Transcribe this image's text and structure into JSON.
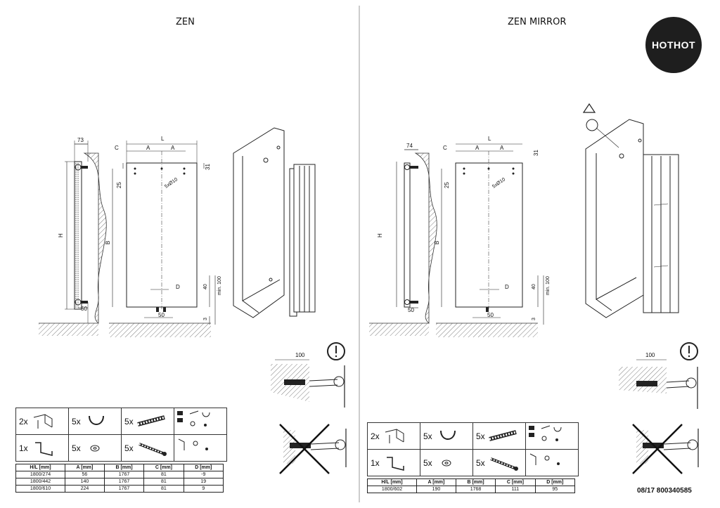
{
  "titles": {
    "left": "ZEN",
    "right": "ZEN MIRROR"
  },
  "logo": "HOTHOT",
  "doc_code": "08/17 800340585",
  "left_drawing": {
    "depth": "73",
    "bracket_offset": "50",
    "L": "L",
    "C": "C",
    "A": "A",
    "B": "B",
    "H": "H",
    "D": "D",
    "top_offset": "31",
    "side_offset": "25",
    "holes": "5xØ10",
    "bottom": "50",
    "forty": "40",
    "min100": "min. 100",
    "three": "3"
  },
  "right_drawing": {
    "depth": "74",
    "bracket_offset": "50",
    "L": "L",
    "C": "C",
    "A": "A",
    "B": "B",
    "H": "H",
    "D": "D",
    "top_offset": "31",
    "side_offset": "25",
    "holes": "5xØ10",
    "bottom": "50",
    "forty": "40",
    "min100": "min. 100",
    "three": "3"
  },
  "wall_depth": "100",
  "parts": [
    {
      "qty": "2x",
      "icon": "bracket-icon"
    },
    {
      "qty": "5x",
      "icon": "hook-icon"
    },
    {
      "qty": "5x",
      "icon": "wall-plug-icon"
    },
    {
      "qty": "1x",
      "icon": "angle-bracket-icon"
    },
    {
      "qty": "5x",
      "icon": "washer-icon"
    },
    {
      "qty": "5x",
      "icon": "screw-icon"
    }
  ],
  "left_table": {
    "headers": [
      "H/L [mm]",
      "A [mm]",
      "B [mm]",
      "C [mm]",
      "D [mm]"
    ],
    "rows": [
      [
        "1800/274",
        "56",
        "1767",
        "81",
        "-9"
      ],
      [
        "1800/442",
        "140",
        "1767",
        "81",
        "19"
      ],
      [
        "1800/610",
        "224",
        "1767",
        "81",
        "9"
      ]
    ]
  },
  "right_table": {
    "headers": [
      "H/L [mm]",
      "A [mm]",
      "B [mm]",
      "C [mm]",
      "D [mm]"
    ],
    "rows": [
      [
        "1800/602",
        "190",
        "1768",
        "111",
        "95"
      ]
    ]
  }
}
